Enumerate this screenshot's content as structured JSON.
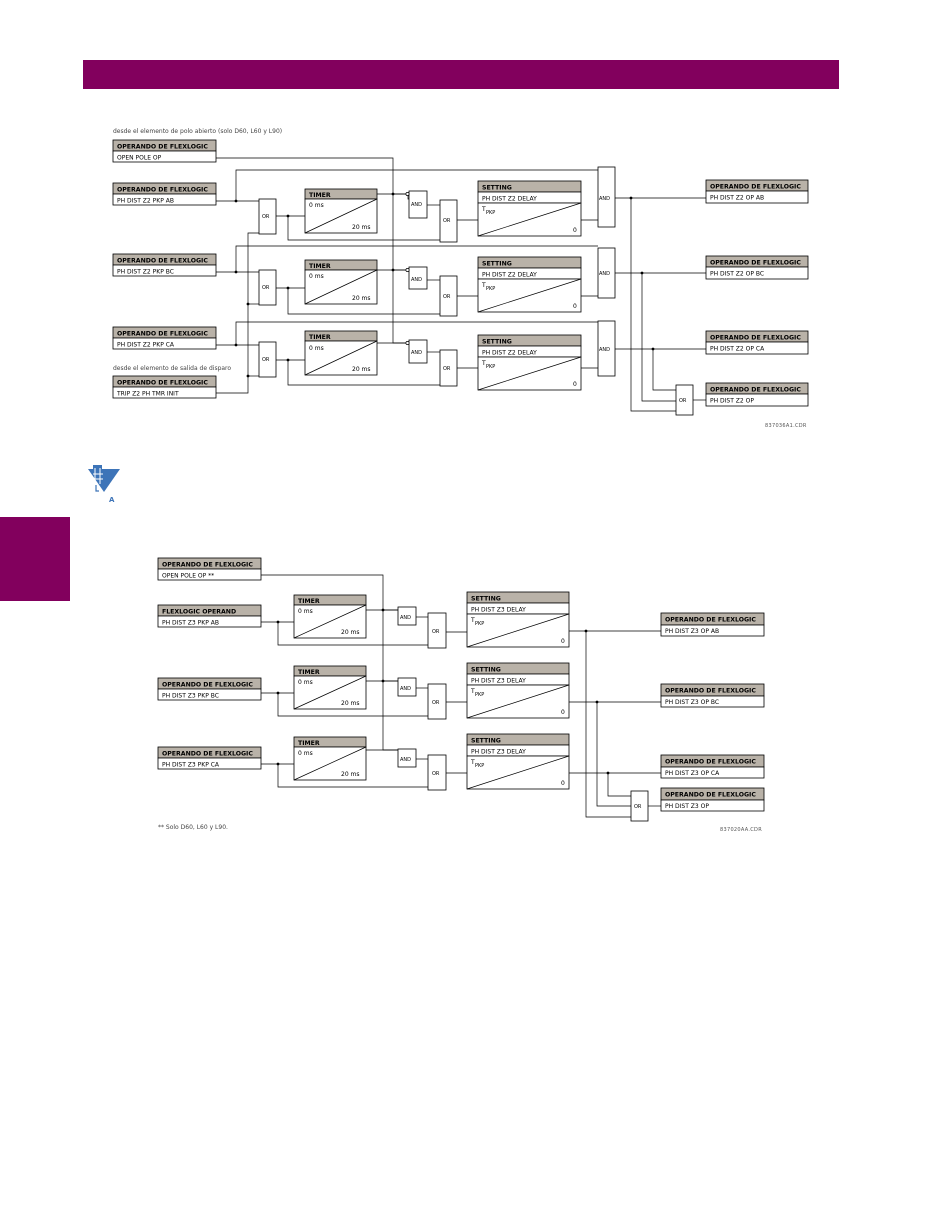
{
  "colors": {
    "brand": "#82005d",
    "header_fill": "#b9b2a8",
    "icon_blue": "#3d74b8"
  },
  "diagram_top": {
    "note_open_pole": "desde el elemento de polo abierto (solo D60, L60 y L90)",
    "note_trip": "desde el elemento de salida de disparo",
    "inputs": [
      {
        "header": "OPERANDO DE FLEXLOGIC",
        "value": "OPEN POLE OP"
      },
      {
        "header": "OPERANDO DE FLEXLOGIC",
        "value": "PH DIST Z2 PKP AB"
      },
      {
        "header": "OPERANDO DE FLEXLOGIC",
        "value": "PH DIST Z2 PKP BC"
      },
      {
        "header": "OPERANDO DE FLEXLOGIC",
        "value": "PH DIST Z2 PKP CA"
      },
      {
        "header": "OPERANDO DE FLEXLOGIC",
        "value": "TRIP Z2 PH TMR INIT"
      }
    ],
    "timer": {
      "title": "TIMER",
      "pickup": "0 ms",
      "dropout": "20 ms"
    },
    "setting": {
      "title": "SETTING",
      "name": "PH DIST Z2 DELAY",
      "tpkp": "T",
      "tpkp_sub": "PKP",
      "zero": "0"
    },
    "outputs": [
      {
        "header": "OPERANDO DE FLEXLOGIC",
        "value": "PH DIST Z2 OP AB"
      },
      {
        "header": "OPERANDO DE FLEXLOGIC",
        "value": "PH DIST Z2 OP BC"
      },
      {
        "header": "OPERANDO DE FLEXLOGIC",
        "value": "PH DIST Z2 OP CA"
      },
      {
        "header": "OPERANDO DE FLEXLOGIC",
        "value": "PH DIST Z2 OP"
      }
    ],
    "code": "837036A1.CDR"
  },
  "gates": {
    "or": "OR",
    "and": "AND"
  },
  "icon_letter": "A",
  "diagram_bottom": {
    "inputs": [
      {
        "header": "OPERANDO DE FLEXLOGIC",
        "value": "OPEN POLE OP **"
      },
      {
        "header": "FLEXLOGIC OPERAND",
        "value": "PH DIST Z3 PKP AB"
      },
      {
        "header": "OPERANDO DE FLEXLOGIC",
        "value": "PH DIST Z3 PKP BC"
      },
      {
        "header": "OPERANDO DE FLEXLOGIC",
        "value": "PH DIST Z3 PKP CA"
      }
    ],
    "timer": {
      "title": "TIMER",
      "pickup": "0 ms",
      "dropout": "20 ms"
    },
    "setting": {
      "title": "SETTING",
      "name": "PH DIST Z3 DELAY",
      "tpkp": "T",
      "tpkp_sub": "PKP",
      "zero": "0"
    },
    "outputs": [
      {
        "header": "OPERANDO DE FLEXLOGIC",
        "value": "PH DIST Z3 OP AB"
      },
      {
        "header": "OPERANDO DE FLEXLOGIC",
        "value": "PH DIST Z3 OP BC"
      },
      {
        "header": "OPERANDO DE FLEXLOGIC",
        "value": "PH DIST Z3 OP CA"
      },
      {
        "header": "OPERANDO DE FLEXLOGIC",
        "value": "PH DIST Z3 OP"
      }
    ],
    "footnote": "** Solo D60, L60 y L90.",
    "code": "837020AA.CDR"
  }
}
